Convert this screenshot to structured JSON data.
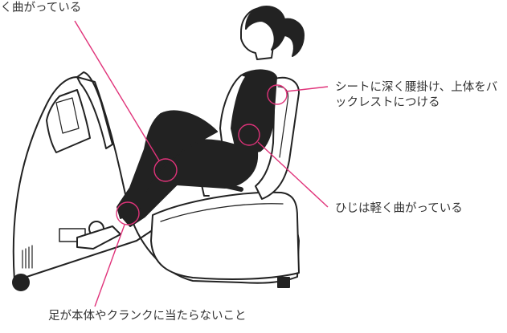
{
  "labels": {
    "knee": "軽く曲がっている",
    "back": "シートに深く腰掛け、上体をバックレストにつける",
    "elbow": "ひじは軽く曲がっている",
    "foot": "足が本体やクランクに当たらないこと"
  },
  "colors": {
    "callout": "#e0337a",
    "ink": "#222222"
  }
}
